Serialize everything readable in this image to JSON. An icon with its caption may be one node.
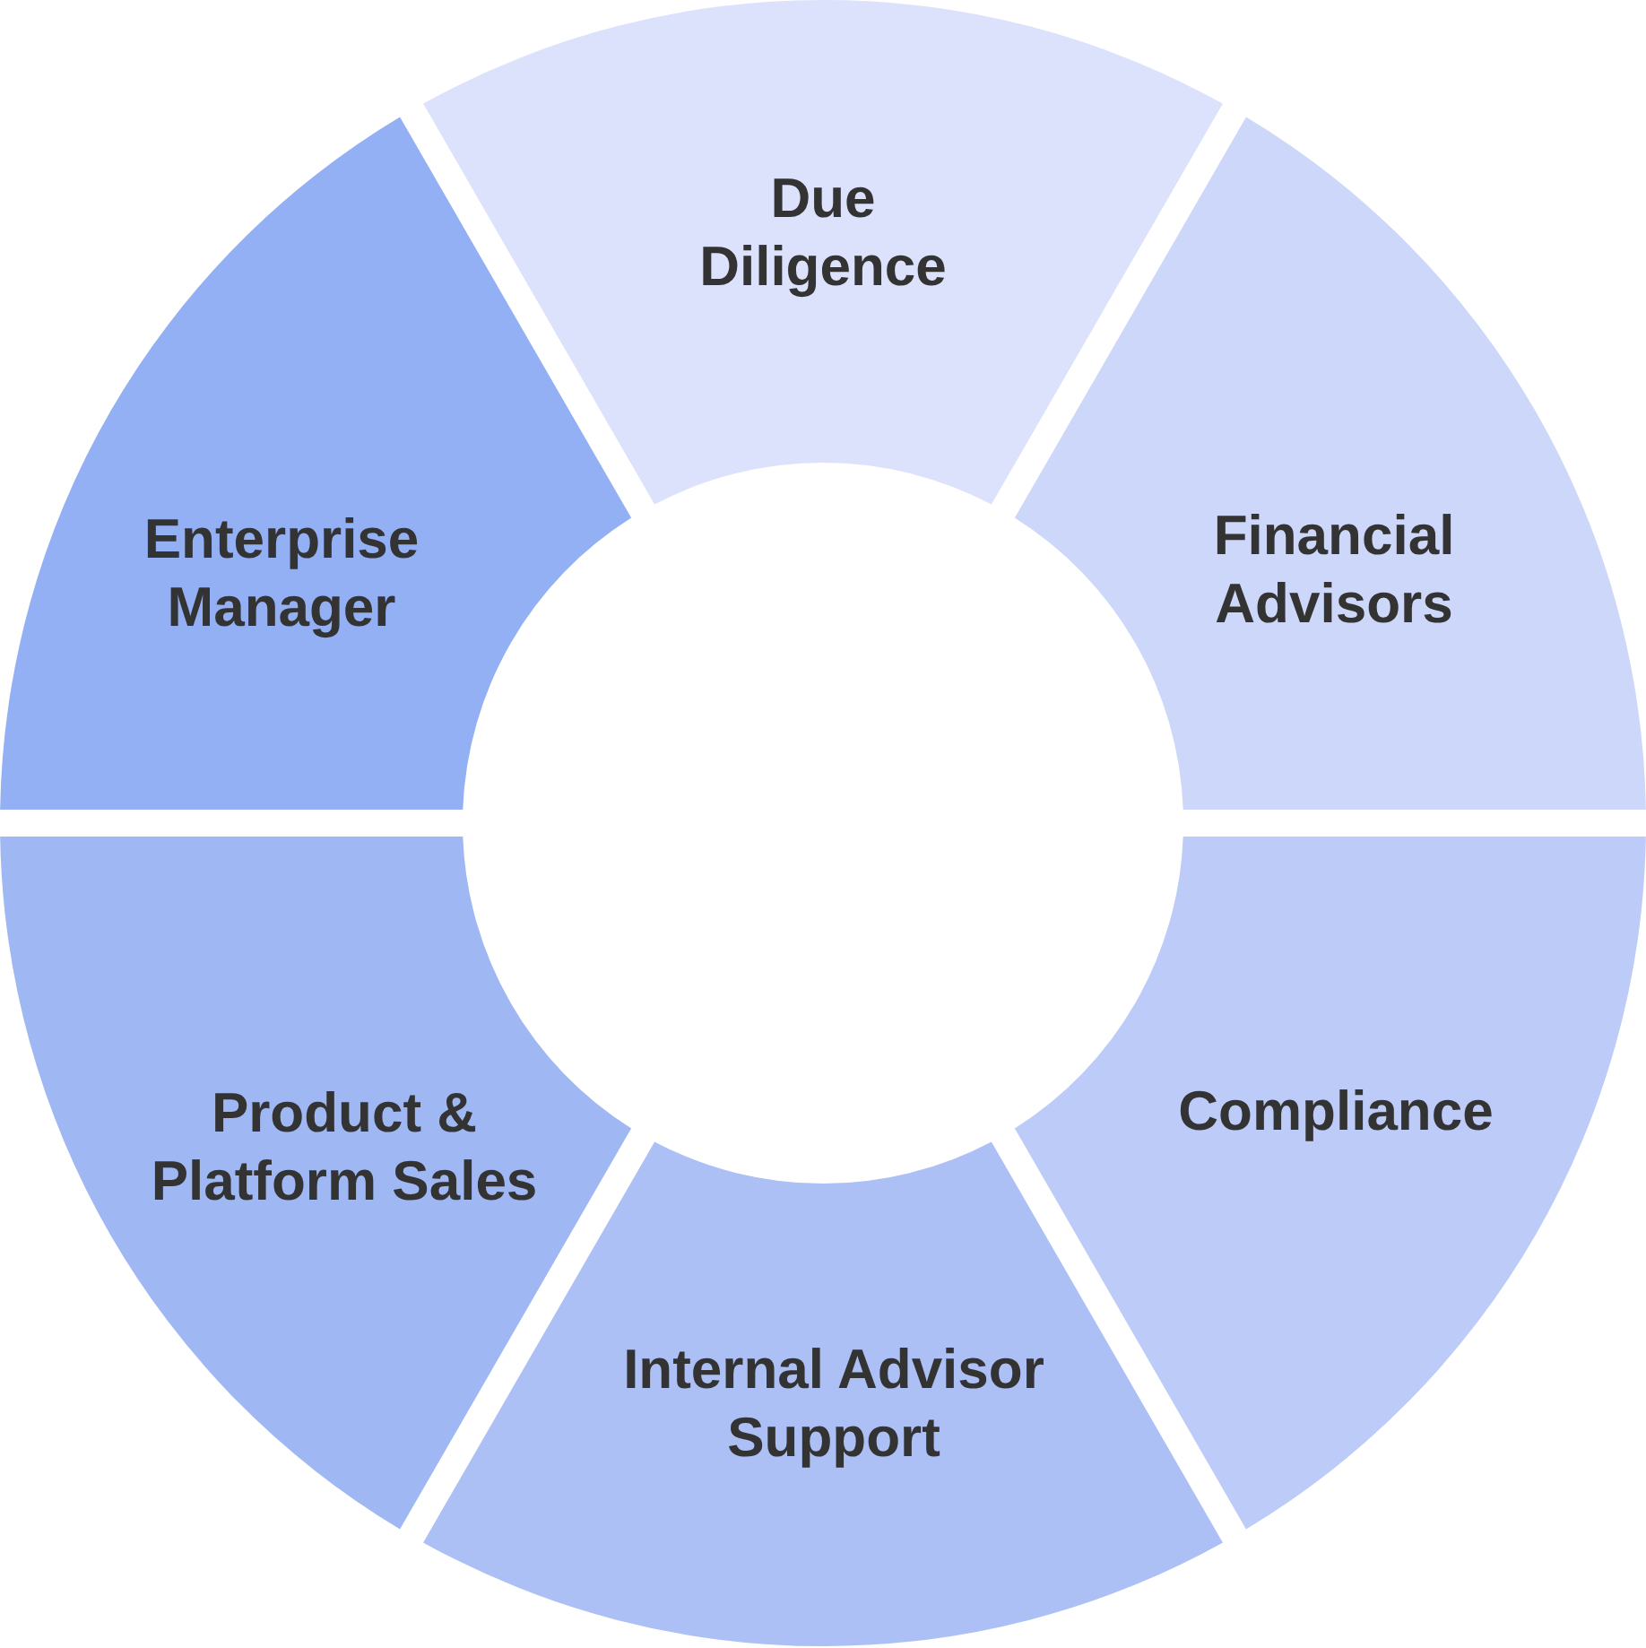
{
  "diagram": {
    "nodes": [
      {
        "text": [
          "Due Diligence"
        ]
      },
      {
        "text": [
          "Financial Advisors"
        ]
      },
      {
        "text": [
          "Compliance"
        ]
      },
      {
        "text": [
          "Internal Advisor Support"
        ]
      },
      {
        "text": [
          "Product & Platform Sales"
        ]
      },
      {
        "text": [
          "Enterprise Manager"
        ]
      }
    ]
  }
}
